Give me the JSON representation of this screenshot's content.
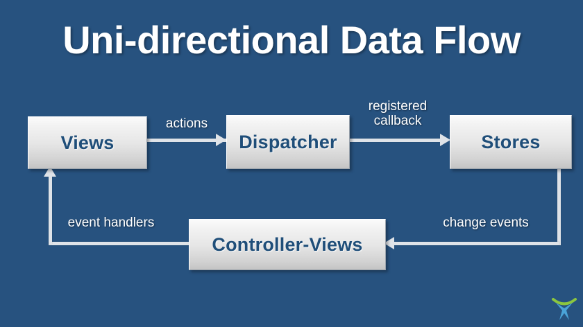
{
  "slide": {
    "title": "Uni-directional Data Flow",
    "background_color": "#27527f",
    "node_text_color": "#1f4e79",
    "label_color": "#ffffff",
    "connector_color": "#dfe3e8"
  },
  "nodes": [
    {
      "id": "views",
      "label": "Views"
    },
    {
      "id": "dispatcher",
      "label": "Dispatcher"
    },
    {
      "id": "stores",
      "label": "Stores"
    },
    {
      "id": "controller",
      "label": "Controller-Views"
    }
  ],
  "edges": [
    {
      "id": "actions",
      "label": "actions",
      "from": "views",
      "to": "dispatcher",
      "direction": "right"
    },
    {
      "id": "callback",
      "label": "registered\ncallback",
      "from": "dispatcher",
      "to": "stores",
      "direction": "right"
    },
    {
      "id": "change",
      "label": "change events",
      "from": "stores",
      "to": "controller",
      "direction": "left"
    },
    {
      "id": "event",
      "label": "event handlers",
      "from": "controller",
      "to": "views",
      "direction": "up"
    }
  ],
  "logo": {
    "name": "company-logo",
    "arc_color": "#8cc63f",
    "figure_color": "#4aa3d8"
  }
}
